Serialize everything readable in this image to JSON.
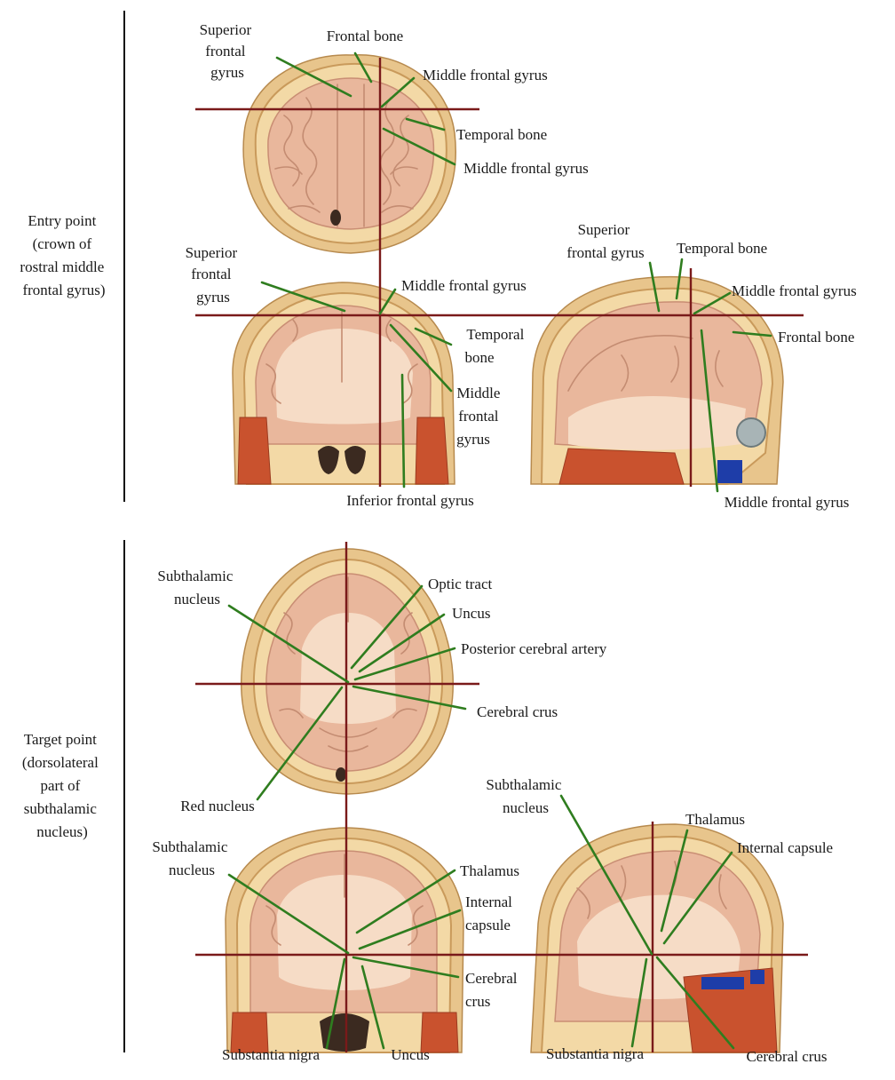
{
  "sections": {
    "entry": {
      "label_lines": [
        "Entry point",
        "(crown of",
        "rostral middle",
        "frontal gyrus)"
      ]
    },
    "target": {
      "label_lines": [
        "Target point",
        "(dorsolateral",
        "part of",
        "subthalamic",
        "nucleus)"
      ]
    }
  },
  "labels": {
    "e_axial_sfg": [
      "Superior",
      "frontal",
      "gyrus"
    ],
    "e_axial_fb": [
      "Frontal bone"
    ],
    "e_axial_mfg1": [
      "Middle frontal gyrus"
    ],
    "e_axial_tb": [
      "Temporal bone"
    ],
    "e_axial_mfg2": [
      "Middle frontal gyrus"
    ],
    "e_cor_sfg": [
      "Superior",
      "frontal",
      "gyrus"
    ],
    "e_cor_mfg1": [
      "Middle frontal gyrus"
    ],
    "e_cor_tb": [
      "Temporal",
      "bone"
    ],
    "e_cor_mfg2": [
      "Middle",
      "frontal",
      "gyrus"
    ],
    "e_cor_ifg": [
      "Inferior frontal gyrus"
    ],
    "e_sag_sfg": [
      "Superior",
      "frontal gyrus"
    ],
    "e_sag_tb": [
      "Temporal bone"
    ],
    "e_sag_mfg1": [
      "Middle frontal gyrus"
    ],
    "e_sag_fb": [
      "Frontal bone"
    ],
    "e_sag_mfg2": [
      "Middle frontal gyrus"
    ],
    "t_axial_stn": [
      "Subthalamic",
      "nucleus"
    ],
    "t_axial_ot": [
      "Optic tract"
    ],
    "t_axial_uncus": [
      "Uncus"
    ],
    "t_axial_pca": [
      "Posterior cerebral artery"
    ],
    "t_axial_cc": [
      "Cerebral crus"
    ],
    "t_axial_rn": [
      "Red nucleus"
    ],
    "t_cor_stn": [
      "Subthalamic",
      "nucleus"
    ],
    "t_cor_thal": [
      "Thalamus"
    ],
    "t_cor_ic": [
      "Internal",
      "capsule"
    ],
    "t_cor_cc": [
      "Cerebral",
      "crus"
    ],
    "t_cor_sn": [
      "Substantia nigra"
    ],
    "t_cor_uncus": [
      "Uncus"
    ],
    "t_sag_stn": [
      "Subthalamic",
      "nucleus"
    ],
    "t_sag_thal": [
      "Thalamus"
    ],
    "t_sag_ic": [
      "Internal capsule"
    ],
    "t_sag_sn": [
      "Substantia nigra"
    ],
    "t_sag_cc": [
      "Cerebral crus"
    ]
  },
  "colors": {
    "leader_lines": "#2f7d1f",
    "crosshair_lines": "#7a1a1a",
    "text": "#1a1a1a"
  }
}
